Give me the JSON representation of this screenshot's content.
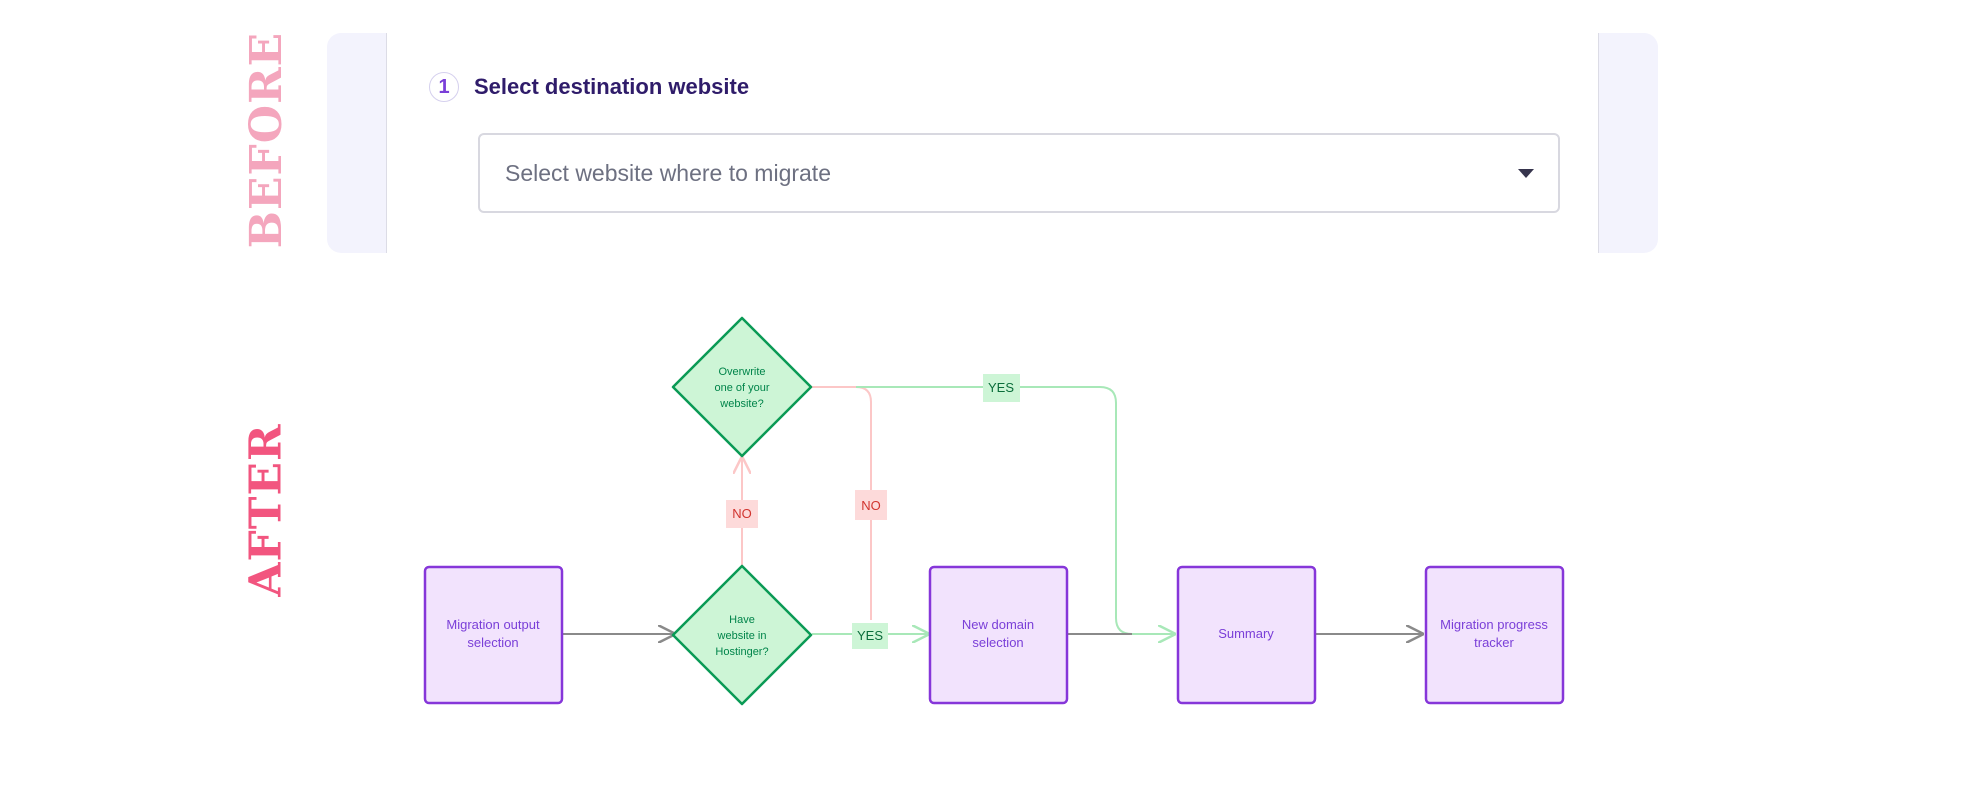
{
  "labels": {
    "before": "BEFORE",
    "after": "AFTER"
  },
  "colors": {
    "before_label": "#f4a6bd",
    "after_label": "#f2557f",
    "process_fill": "#f2e3fd",
    "process_stroke": "#8636d9",
    "decision_fill": "#cdf5d6",
    "decision_stroke": "#0a9a55",
    "yes_line": "#a8e8b8",
    "no_line": "#fcc7c7",
    "neutral_line": "#8a8a8a"
  },
  "before": {
    "step_number": "1",
    "step_title": "Select destination website",
    "select_placeholder": "Select website where to migrate",
    "dropdown_icon": "chevron-down-icon"
  },
  "after": {
    "nodes": {
      "migration_output": [
        "Migration output",
        "selection"
      ],
      "have_website": [
        "Have",
        "website in",
        "Hostinger?"
      ],
      "overwrite": [
        "Overwrite",
        "one of your",
        "website?"
      ],
      "new_domain": [
        "New domain",
        "selection"
      ],
      "summary": [
        "Summary"
      ],
      "progress_tracker": [
        "Migration progress",
        "tracker"
      ]
    },
    "edge_labels": {
      "have_yes": "YES",
      "have_no": "NO",
      "overwrite_yes": "YES",
      "overwrite_no": "NO"
    }
  }
}
